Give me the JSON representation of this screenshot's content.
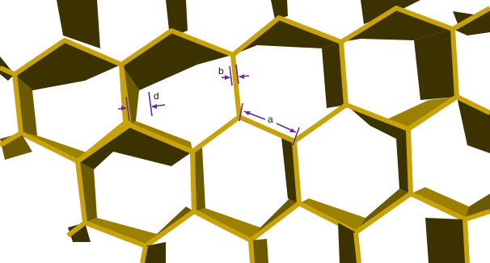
{
  "diagram": {
    "colors": {
      "background": "#ffffff",
      "edge": "#c8a20a",
      "wall_dark": "#3c3200",
      "wall_mid": "#6b5a00",
      "wall_light": "#9c8100",
      "annotation": "#6a2c91"
    },
    "labels": {
      "a": "a",
      "b": "b",
      "d": "d"
    }
  }
}
